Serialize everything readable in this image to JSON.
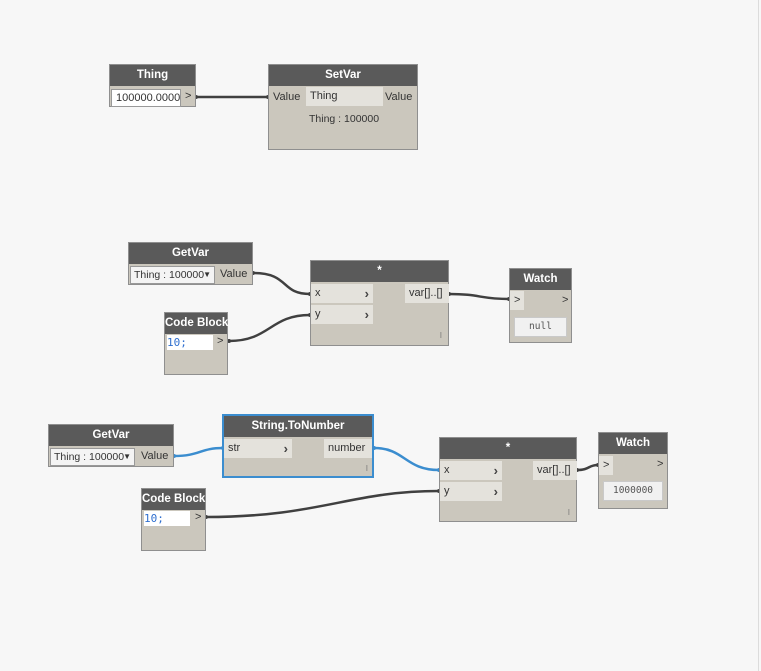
{
  "colors": {
    "node_header": "#5a5a5a",
    "node_body": "#cbc7bd",
    "canvas": "#f7f7f7",
    "wire_default": "#404040",
    "wire_selected": "#3b8dcf",
    "selection_border": "#3b8dcf"
  },
  "thing": {
    "title": "Thing",
    "value": "100000.0000",
    "output": ">"
  },
  "setvar": {
    "title": "SetVar",
    "input": "Value",
    "name_field": "Thing",
    "output": "Value",
    "preview": "Thing : 100000"
  },
  "getvar1": {
    "title": "GetVar",
    "selected": "Thing : 100000",
    "output": "Value"
  },
  "codeblock1": {
    "title": "Code Block",
    "code": "10;",
    "output": ">"
  },
  "mult1": {
    "title": "*",
    "inputs": [
      "x",
      "y"
    ],
    "output": "var[]..[]",
    "lacing": "l"
  },
  "watch1": {
    "title": "Watch",
    "input": ">",
    "output": ">",
    "value": "null"
  },
  "getvar2": {
    "title": "GetVar",
    "selected": "Thing : 100000",
    "output": "Value"
  },
  "tonumber": {
    "title": "String.ToNumber",
    "input": "str",
    "output": "number",
    "lacing": "l"
  },
  "codeblock2": {
    "title": "Code Block",
    "code": "10;",
    "output": ">"
  },
  "mult2": {
    "title": "*",
    "inputs": [
      "x",
      "y"
    ],
    "output": "var[]..[]",
    "lacing": "l"
  },
  "watch2": {
    "title": "Watch",
    "input": ">",
    "output": ">",
    "value": "1000000"
  }
}
